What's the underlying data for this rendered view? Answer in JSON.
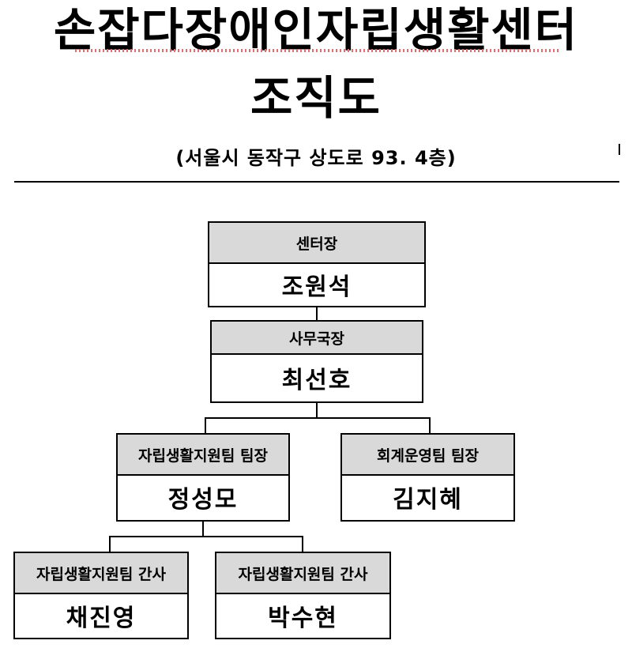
{
  "header": {
    "title": "손잡다장애인자립생활센터",
    "subtitle": "조직도",
    "address": "(서울시 동작구 상도로 93. 4층)"
  },
  "org": {
    "director": {
      "role": "센터장",
      "name": "조원석"
    },
    "secretary_general": {
      "role": "사무국장",
      "name": "최선호"
    },
    "team_lead_independent": {
      "role": "자립생활지원팀 팀장",
      "name": "정성모"
    },
    "team_lead_accounting": {
      "role": "회계운영팀 팀장",
      "name": "김지혜"
    },
    "staff_1": {
      "role": "자립생활지원팀 간사",
      "name": "채진영"
    },
    "staff_2": {
      "role": "자립생활지원팀 간사",
      "name": "박수현"
    }
  },
  "colors": {
    "role_header_bg": "#d9d9d9",
    "border": "#000000"
  }
}
